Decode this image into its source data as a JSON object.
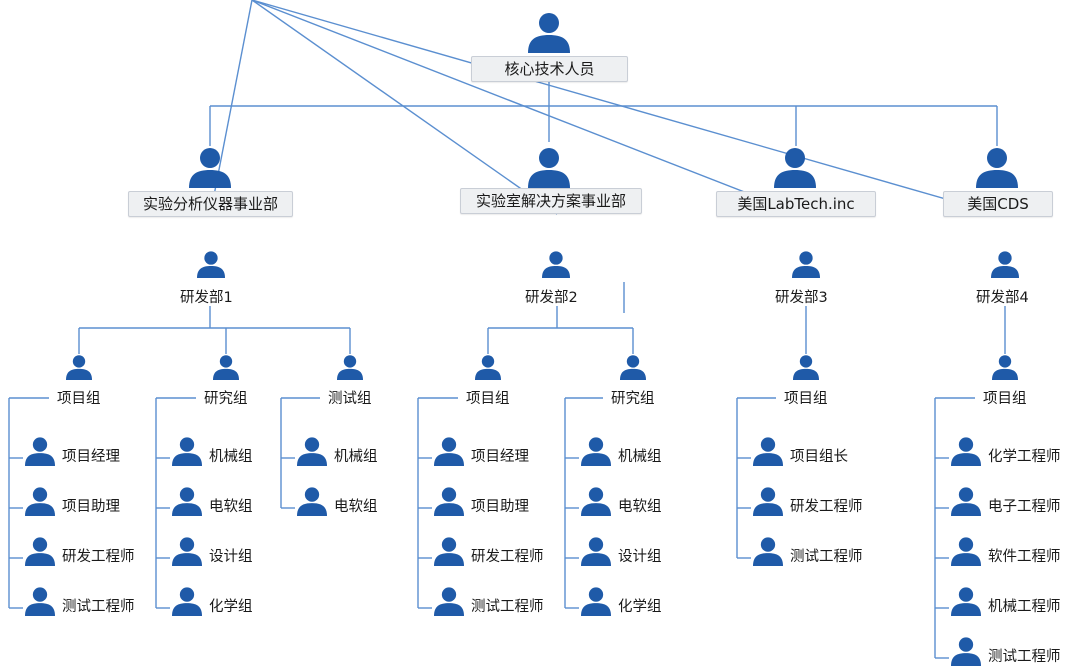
{
  "root": {
    "label": "核心技术人员"
  },
  "divisions": [
    {
      "label": "实验分析仪器事业部",
      "dept": "研发部1",
      "groups": [
        {
          "label": "项目组",
          "members": [
            "项目经理",
            "项目助理",
            "研发工程师",
            "测试工程师"
          ]
        },
        {
          "label": "研究组",
          "members": [
            "机械组",
            "电软组",
            "设计组",
            "化学组"
          ]
        },
        {
          "label": "测试组",
          "members": [
            "机械组",
            "电软组"
          ]
        }
      ]
    },
    {
      "label": "实验室解决方案事业部",
      "dept": "研发部2",
      "groups": [
        {
          "label": "项目组",
          "members": [
            "项目经理",
            "项目助理",
            "研发工程师",
            "测试工程师"
          ]
        },
        {
          "label": "研究组",
          "members": [
            "机械组",
            "电软组",
            "设计组",
            "化学组"
          ]
        }
      ]
    },
    {
      "label": "美国LabTech.inc",
      "dept": "研发部3",
      "groups": [
        {
          "label": "项目组",
          "members": [
            "项目组长",
            "研发工程师",
            "测试工程师"
          ]
        }
      ]
    },
    {
      "label": "美国CDS",
      "dept": "研发部4",
      "groups": [
        {
          "label": "项目组",
          "members": [
            "化学工程师",
            "电子工程师",
            "软件工程师",
            "机械工程师",
            "测试工程师"
          ]
        }
      ]
    }
  ],
  "colors": {
    "icon": "#1f5aa8",
    "line": "#5b8fd0"
  }
}
